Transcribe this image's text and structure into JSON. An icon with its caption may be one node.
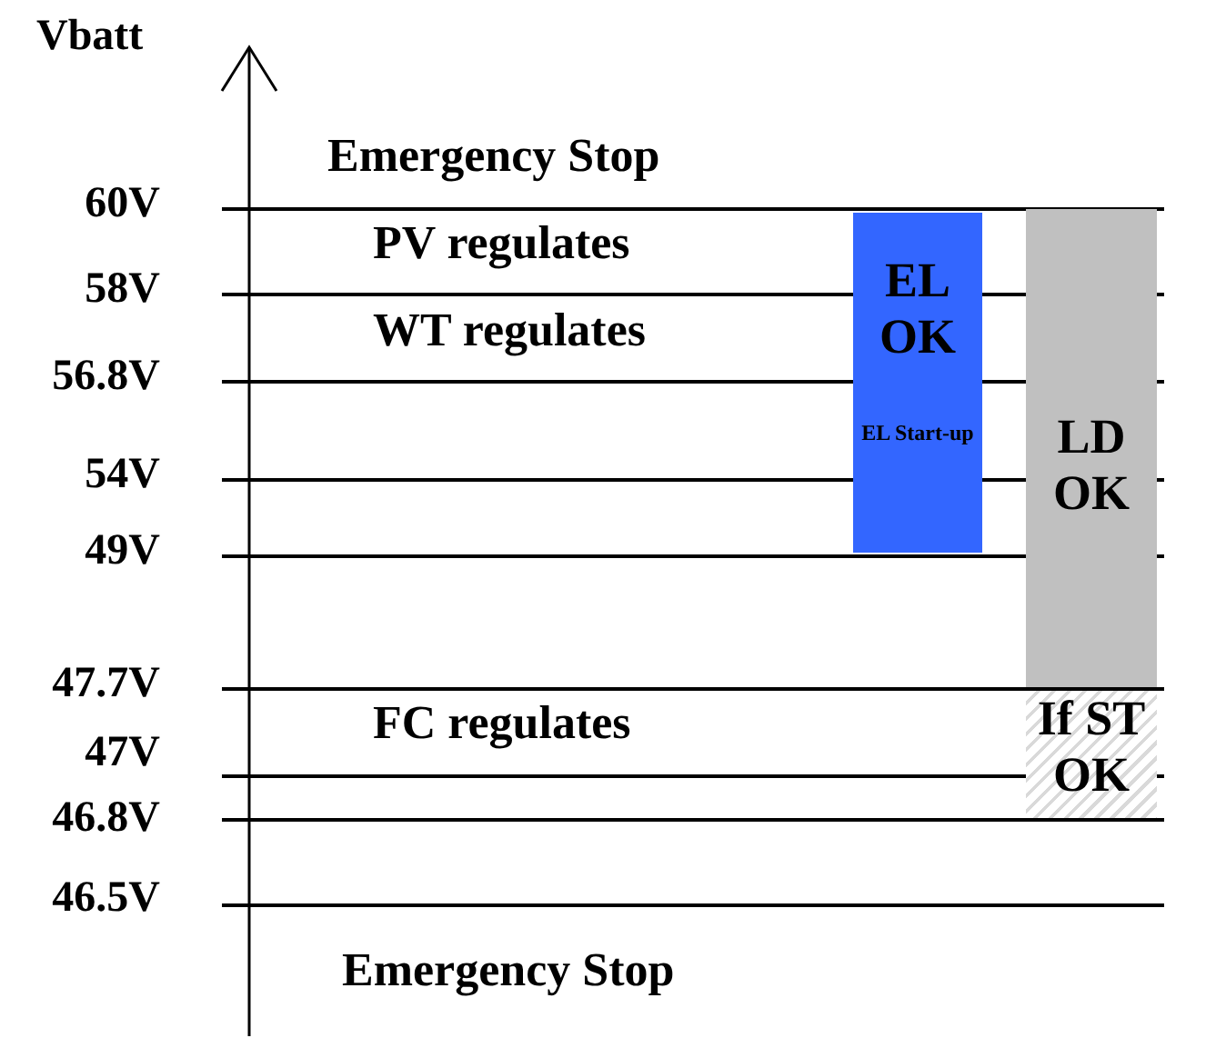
{
  "diagram": {
    "nodes": [
      {
        "text": [
          "EL OK",
          "EL Start-up"
        ]
      },
      {
        "text": [
          "LD OK"
        ]
      },
      {
        "text": [
          "If ST OK"
        ]
      }
    ],
    "labels": [
      "Vbatt",
      "Emergency Stop",
      "60V",
      "PV regulates",
      "58V",
      "WT regulates",
      "56.8V",
      "54V",
      "49V",
      "47.7V",
      "FC regulates",
      "47V",
      "46.8V",
      "46.5V",
      "Emergency Stop"
    ]
  }
}
